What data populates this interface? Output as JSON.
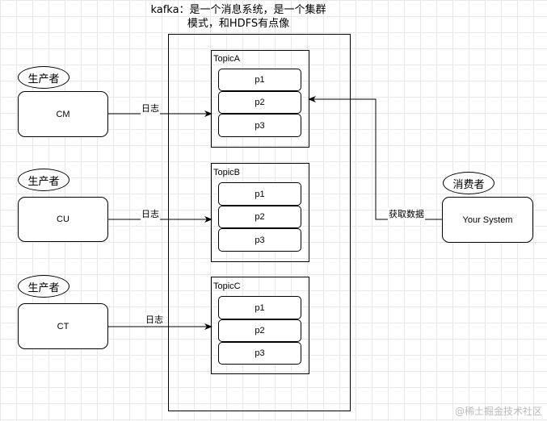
{
  "title": "kafka：是一个消息系统，是一个集群模式，和HDFS有点像",
  "producers": [
    {
      "role": "生产者",
      "name": "CM",
      "edge_label": "日志"
    },
    {
      "role": "生产者",
      "name": "CU",
      "edge_label": "日志"
    },
    {
      "role": "生产者",
      "name": "CT",
      "edge_label": "日志"
    }
  ],
  "topics": [
    {
      "name": "TopicA",
      "partitions": [
        "p1",
        "p2",
        "p3"
      ]
    },
    {
      "name": "TopicB",
      "partitions": [
        "p1",
        "p2",
        "p3"
      ]
    },
    {
      "name": "TopicC",
      "partitions": [
        "p1",
        "p2",
        "p3"
      ]
    }
  ],
  "consumer": {
    "role": "消费者",
    "name": "Your System",
    "edge_label": "获取数据"
  },
  "watermark": "@稀土掘金技术社区"
}
